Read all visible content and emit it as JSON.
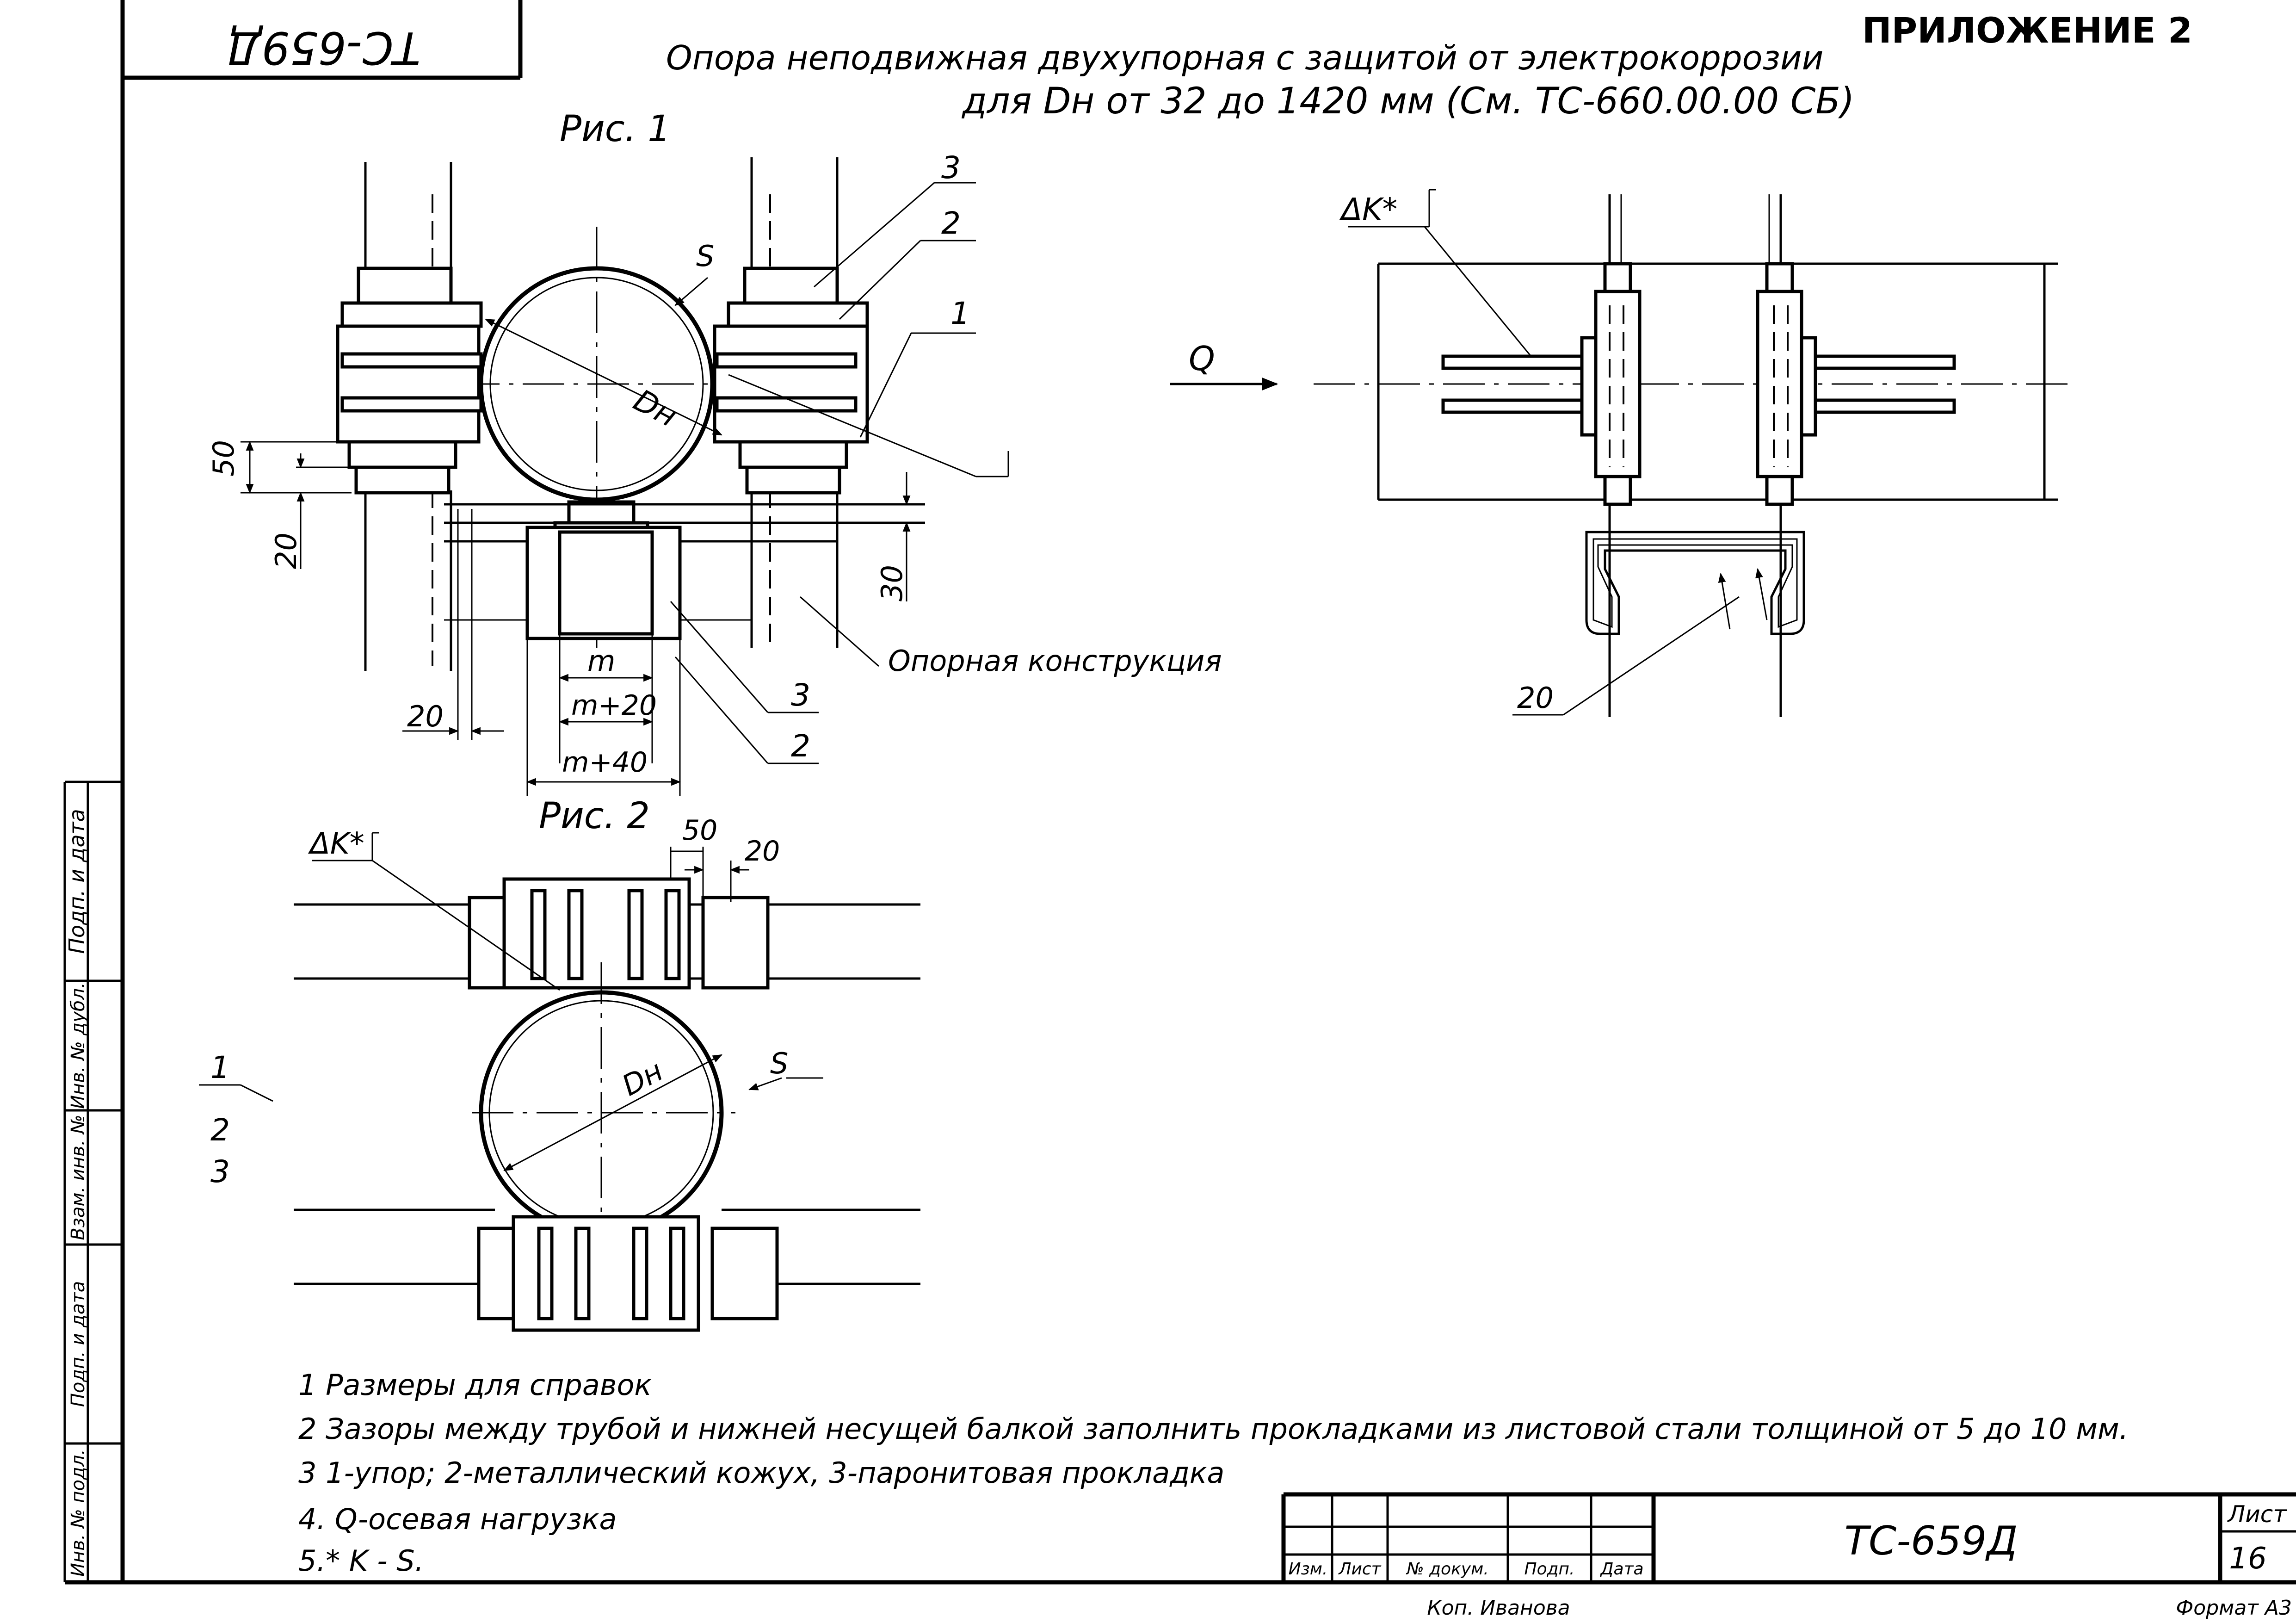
{
  "stamp": {
    "code_rotated": "ТС-659Д"
  },
  "header": {
    "appendix": "ПРИЛОЖЕНИЕ 2",
    "title_line1": "Опора неподвижная двухупорная с защитой от электрокоррозии",
    "title_line2": "для Dн от 32 до 1420 мм (См. ТС-660.00.00 СБ)"
  },
  "fig1": {
    "caption": "Рис. 1",
    "callouts": [
      "3",
      "2",
      "1",
      "3",
      "2"
    ],
    "dims": {
      "s": "S",
      "dn": "Dн",
      "d50": "50",
      "d20_left": "20",
      "d30": "30",
      "d20_bottom": "20",
      "m": "m",
      "m20": "m+20",
      "m40": "m+40"
    },
    "support_label": "Опорная конструкция"
  },
  "side_view": {
    "weld": "ΔK*",
    "load": "Q",
    "gap": "20"
  },
  "fig2": {
    "caption": "Рис. 2",
    "weld": "ΔK*",
    "dims": {
      "d50": "50",
      "d20": "20",
      "dn": "Dн",
      "s": "S"
    }
  },
  "left_strip": {
    "labels": [
      "Подп. и дата",
      "Инв. № дубл.",
      "Взам. инв. №",
      "Подп. и дата",
      "Инв. № подл."
    ]
  },
  "margin_marks": [
    "1",
    "2",
    "3"
  ],
  "notes": [
    "1 Размеры для справок",
    "2 Зазоры между трубой и нижней несущей балкой заполнить прокладками из листовой стали толщиной от 5 до 10 мм.",
    "3 1-упор; 2-металлический кожух, 3-паронитовая прокладка",
    "4. Q-осевая нагрузка",
    "5.* K - S."
  ],
  "title_block": {
    "columns": [
      "Изм.",
      "Лист",
      "№ докум.",
      "Подп.",
      "Дата"
    ],
    "doc_code": "ТС-659Д",
    "sheet_label": "Лист",
    "sheet_no": "16",
    "copied_by": "Коп. Иванова",
    "format": "Формат А3"
  }
}
